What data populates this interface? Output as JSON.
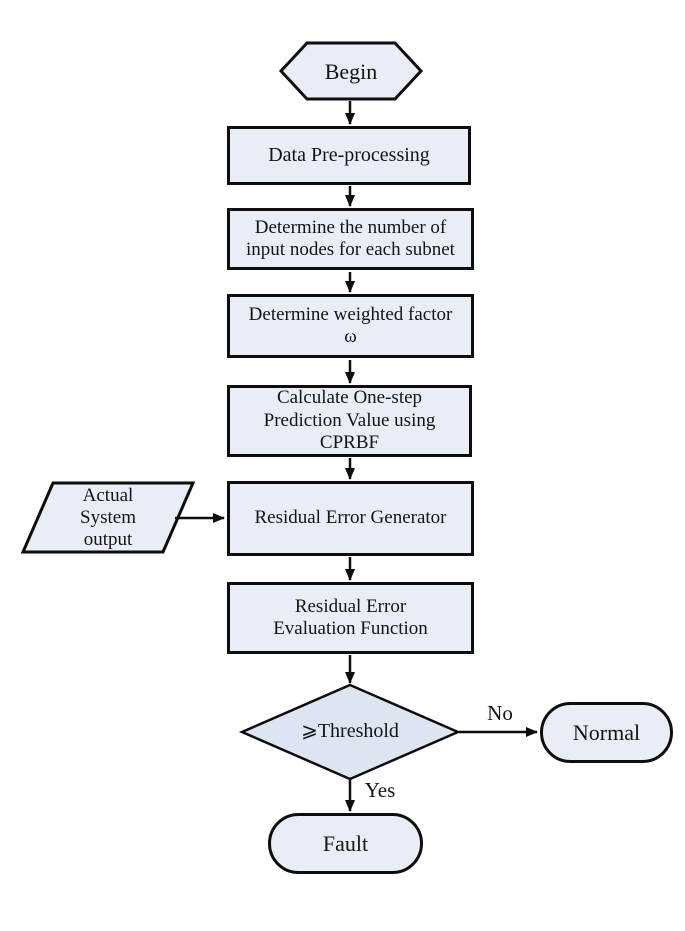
{
  "colors": {
    "background": "#ffffff",
    "node_fill": "#e8edf6",
    "diamond_fill": "#dde5f3",
    "stroke": "#0d0d0d",
    "text": "#141414"
  },
  "nodes": {
    "begin": {
      "label": "Begin"
    },
    "data_preprocessing": {
      "label": "Data Pre-processing"
    },
    "input_nodes": {
      "label": "Determine the  number of\ninput nodes for each subnet"
    },
    "weighted_factor": {
      "label": "Determine weighted factor\nω"
    },
    "one_step_prediction": {
      "label": "Calculate One-step\nPrediction Value using\nCPRBF"
    },
    "actual_system_output": {
      "label": "Actual\nSystem\noutput"
    },
    "residual_error_generator": {
      "label": "Residual Error Generator"
    },
    "residual_error_evaluation": {
      "label": "Residual Error\nEvaluation Function"
    },
    "threshold_decision": {
      "label": "⩾Threshold"
    },
    "normal": {
      "label": "Normal"
    },
    "fault": {
      "label": "Fault"
    }
  },
  "edge_labels": {
    "no": "No",
    "yes": "Yes"
  }
}
